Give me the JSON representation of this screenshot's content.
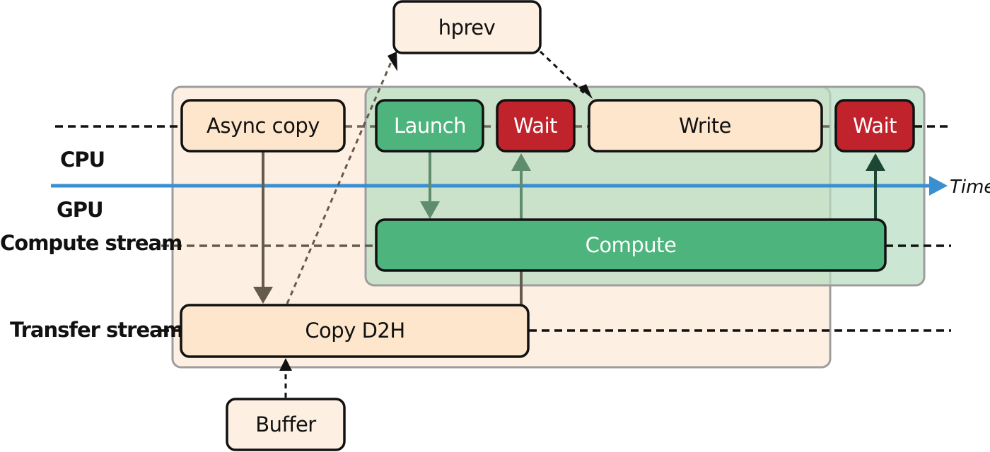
{
  "labels": {
    "cpu": "CPU",
    "gpu": "GPU",
    "compute_stream": "Compute stream",
    "transfer_stream": "Transfer stream",
    "time": "Time"
  },
  "boxes": {
    "hprev": "hprev",
    "async_copy": "Async copy",
    "launch": "Launch",
    "wait_1": "Wait",
    "write": "Write",
    "wait_2": "Wait",
    "compute": "Compute",
    "copy_d2h": "Copy D2H",
    "buffer": "Buffer"
  },
  "colors": {
    "peach_fill": "#fde6cc",
    "peach_region": "#fdf0e2",
    "green_fill": "#4cb47c",
    "green_region": "#b7dcc0",
    "red_fill": "#c0232c",
    "time_axis": "#3a8fd1",
    "dark_arrow": "#645a4e"
  }
}
